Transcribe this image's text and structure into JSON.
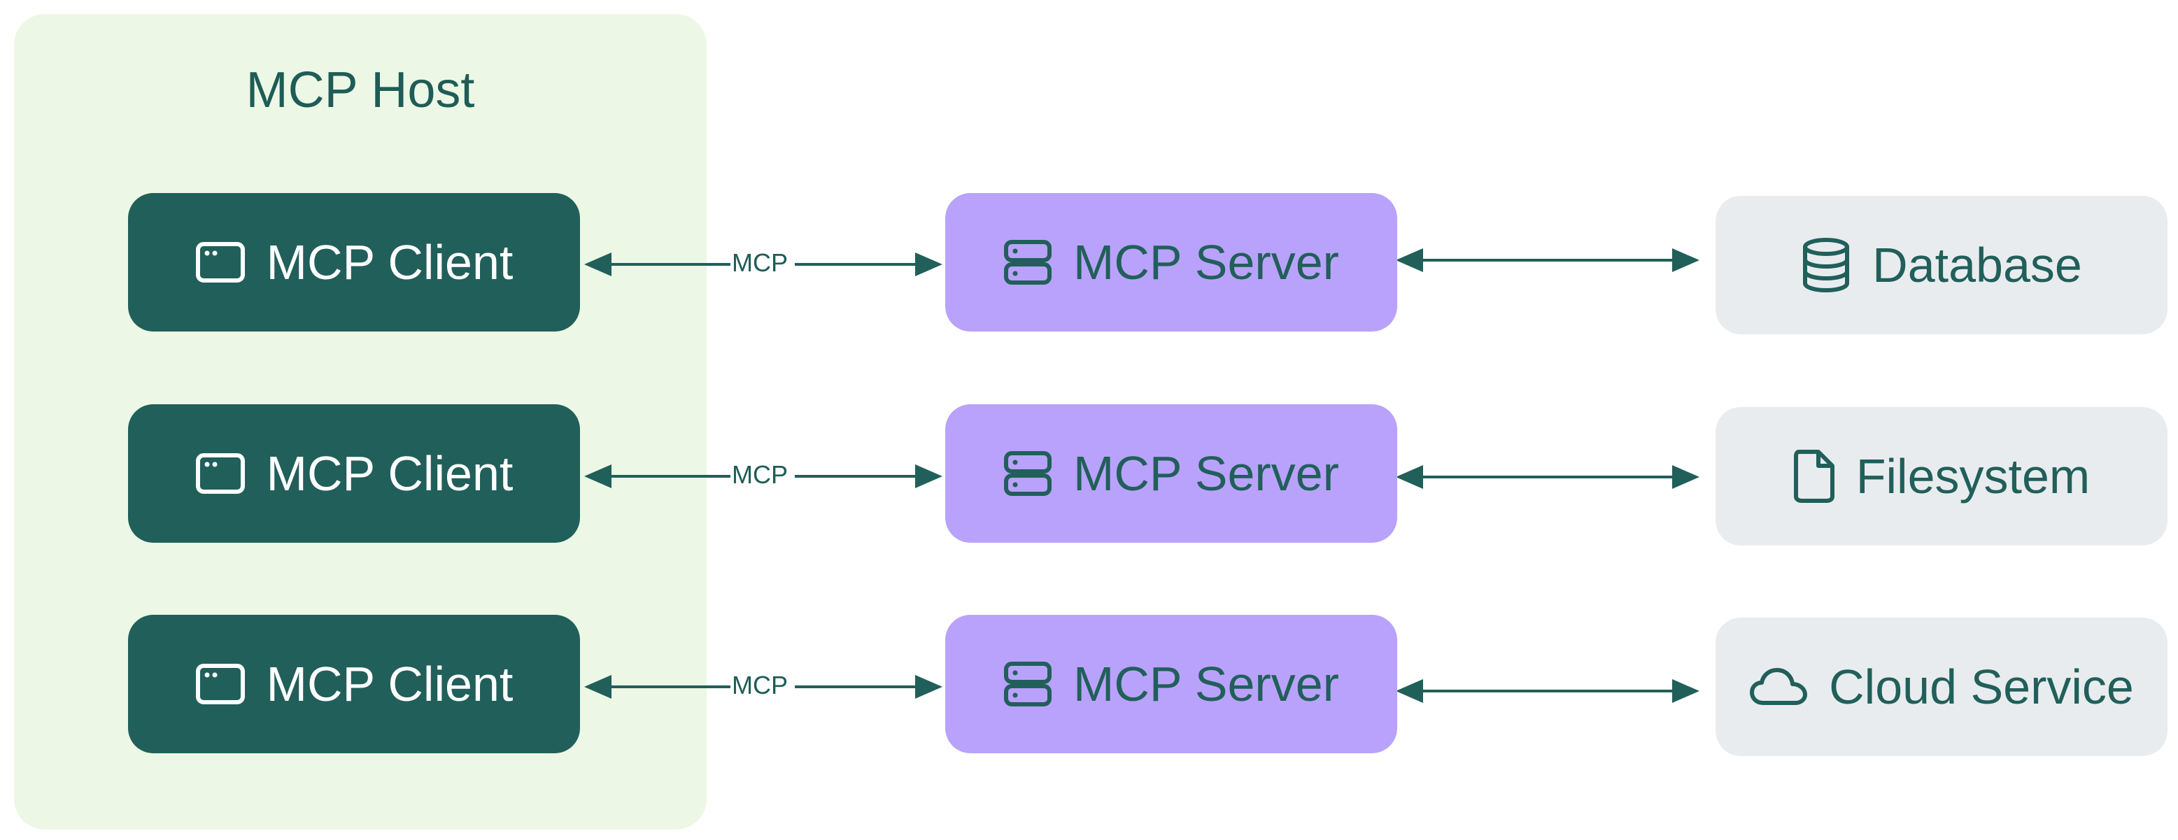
{
  "host": {
    "title": "MCP Host"
  },
  "clients": [
    {
      "label": "MCP Client",
      "icon": "window-icon"
    },
    {
      "label": "MCP Client",
      "icon": "window-icon"
    },
    {
      "label": "MCP Client",
      "icon": "window-icon"
    }
  ],
  "servers": [
    {
      "label": "MCP Server",
      "icon": "server-icon"
    },
    {
      "label": "MCP Server",
      "icon": "server-icon"
    },
    {
      "label": "MCP Server",
      "icon": "server-icon"
    }
  ],
  "resources": [
    {
      "label": "Database",
      "icon": "database-icon"
    },
    {
      "label": "Filesystem",
      "icon": "file-icon"
    },
    {
      "label": "Cloud Service",
      "icon": "cloud-icon"
    }
  ],
  "edges": {
    "client_server_label": "MCP"
  },
  "colors": {
    "host_bg": "#ecf8e5",
    "client_bg": "#215f5a",
    "server_bg": "#b9a2fb",
    "resource_bg": "#e9ecef",
    "ink": "#215f5a"
  }
}
